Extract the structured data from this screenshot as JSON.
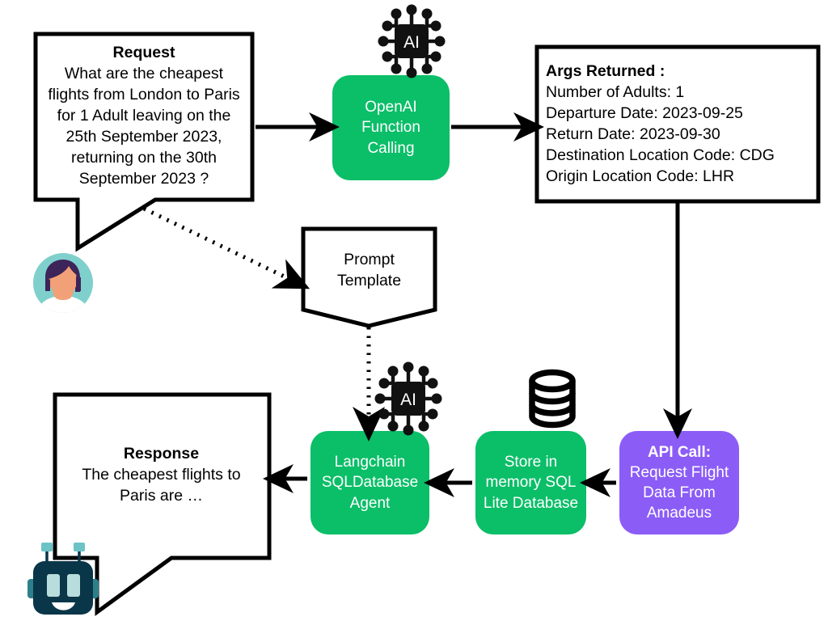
{
  "diagram": {
    "title": "OpenAI Function Calling flight search pipeline",
    "colors": {
      "green": "#0bbe68",
      "purple": "#8b5cf6",
      "stroke": "#000000",
      "white": "#ffffff",
      "avatar_circle": "#7fd0cc",
      "avatar_hair": "#3d2459",
      "avatar_skin": "#f2a077",
      "bot_body": "#0a3649",
      "bot_accent": "#b9dcdd",
      "chip_body": "#111111"
    },
    "nodes": {
      "request": {
        "name": "Request",
        "heading": "Request",
        "lines": [
          "What are the cheapest",
          "flights from London to Paris",
          "for 1 Adult leaving on the",
          "25th September 2023,",
          "returning on the 30th",
          "September 2023 ?"
        ]
      },
      "openai": {
        "name": "OpenAI Function Calling",
        "lines": [
          "OpenAI",
          "Function",
          "Calling"
        ]
      },
      "args": {
        "name": "Args Returned",
        "heading": "Args Returned :",
        "rows": [
          "Number of Adults:  1",
          "Departure Date:  2023-09-25",
          "Return Date:  2023-09-30",
          "Destination Location Code:  CDG",
          "Origin Location Code:  LHR"
        ]
      },
      "prompt_template": {
        "name": "Prompt Template",
        "lines": [
          "Prompt",
          "Template"
        ]
      },
      "api_call": {
        "name": "API Call",
        "heading": "API Call:",
        "lines": [
          "Request Flight",
          "Data From",
          "Amadeus"
        ]
      },
      "store_db": {
        "name": "Store in memory SQL Lite Database",
        "lines": [
          "Store in",
          "memory SQL",
          "Lite Database"
        ]
      },
      "langchain": {
        "name": "Langchain SQLDatabase Agent",
        "lines": [
          "Langchain",
          "SQLDatabase",
          "Agent"
        ]
      },
      "response": {
        "name": "Response",
        "heading": "Response",
        "lines": [
          "The cheapest flights to",
          "Paris are …"
        ]
      }
    },
    "icons": {
      "chip_top": {
        "name": "ai-chip-icon",
        "label": "AI"
      },
      "chip_bottom": {
        "name": "ai-chip-icon",
        "label": "AI"
      },
      "database": {
        "name": "database-icon"
      },
      "user_avatar": {
        "name": "user-avatar-icon"
      },
      "bot_avatar": {
        "name": "bot-avatar-icon"
      }
    },
    "connectors": [
      {
        "name": "request-to-openai",
        "style": "solid"
      },
      {
        "name": "openai-to-args",
        "style": "solid"
      },
      {
        "name": "args-to-api-call",
        "style": "solid"
      },
      {
        "name": "api-call-to-store-db",
        "style": "solid"
      },
      {
        "name": "store-db-to-langchain",
        "style": "solid"
      },
      {
        "name": "langchain-to-response",
        "style": "solid"
      },
      {
        "name": "request-to-prompt-template",
        "style": "dotted"
      },
      {
        "name": "prompt-template-to-langchain",
        "style": "dotted"
      }
    ]
  }
}
